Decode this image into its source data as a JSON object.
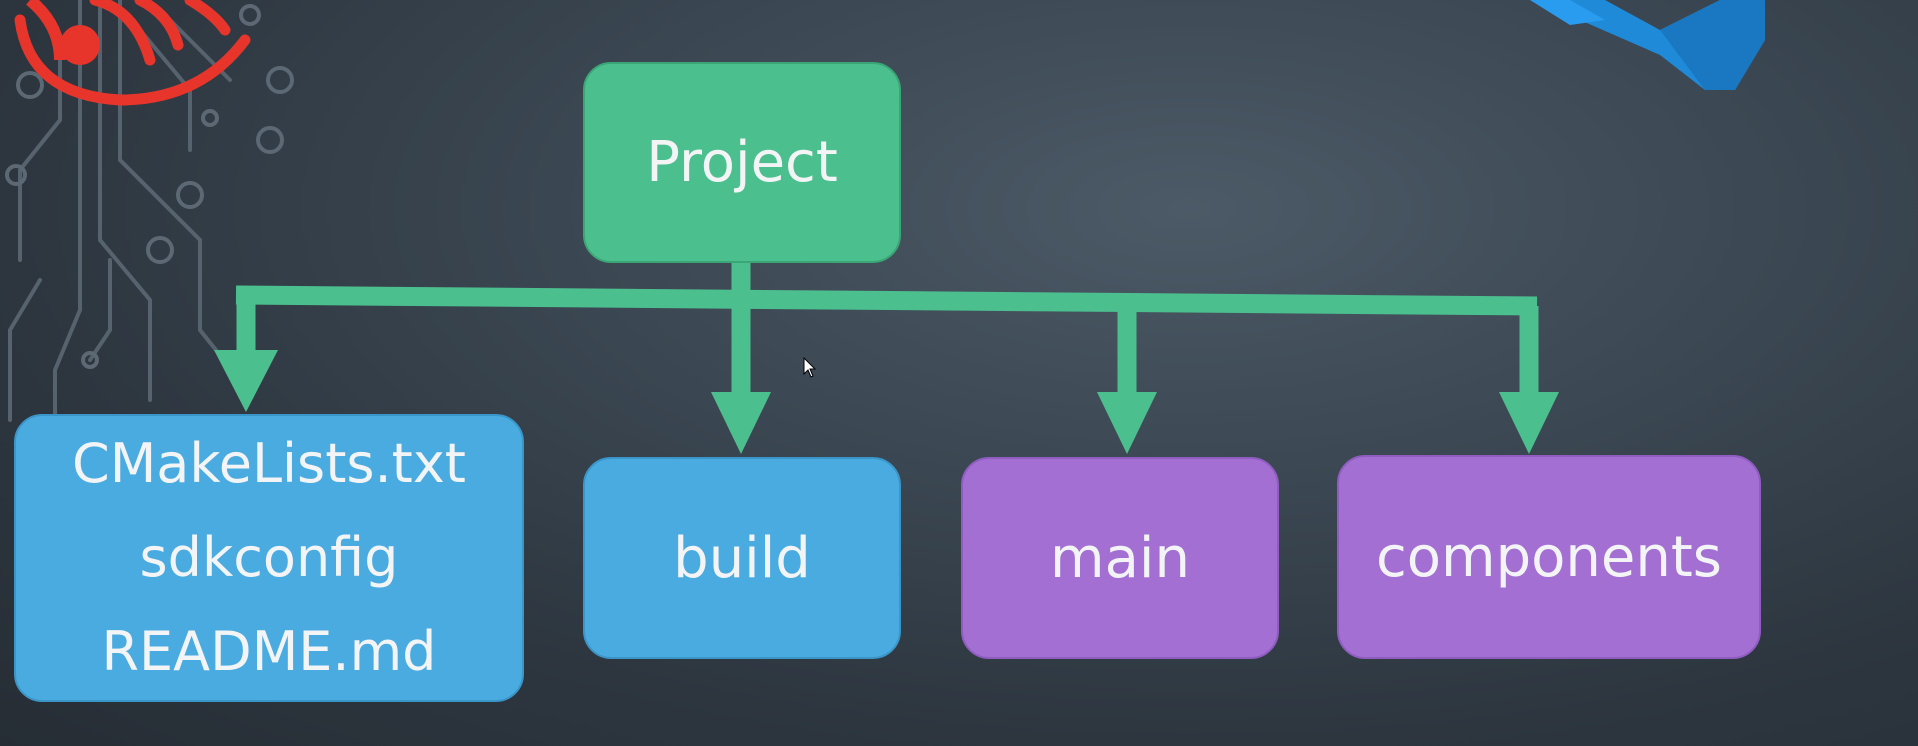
{
  "diagram": {
    "title_fragment": "",
    "nodes": {
      "project": "Project",
      "root_files": [
        "CMakeLists.txt",
        "sdkconfig",
        "README.md"
      ],
      "build": "build",
      "main": "main",
      "components": "components"
    },
    "edges": [
      [
        "project",
        "root_files"
      ],
      [
        "project",
        "build"
      ],
      [
        "project",
        "main"
      ],
      [
        "project",
        "components"
      ]
    ]
  },
  "colors": {
    "background": "#3a4651",
    "root_node": "#4cbf8e",
    "connector": "#4cbf8e",
    "file_node": "#4aabe0",
    "folder_node": "#a46fd3",
    "logo_left": "#e8352b",
    "logo_right": "#1f8ad8"
  },
  "icons": [
    "espressif-logo-icon",
    "vscode-logo-icon",
    "circuit-decoration-icon",
    "mouse-cursor-icon"
  ]
}
